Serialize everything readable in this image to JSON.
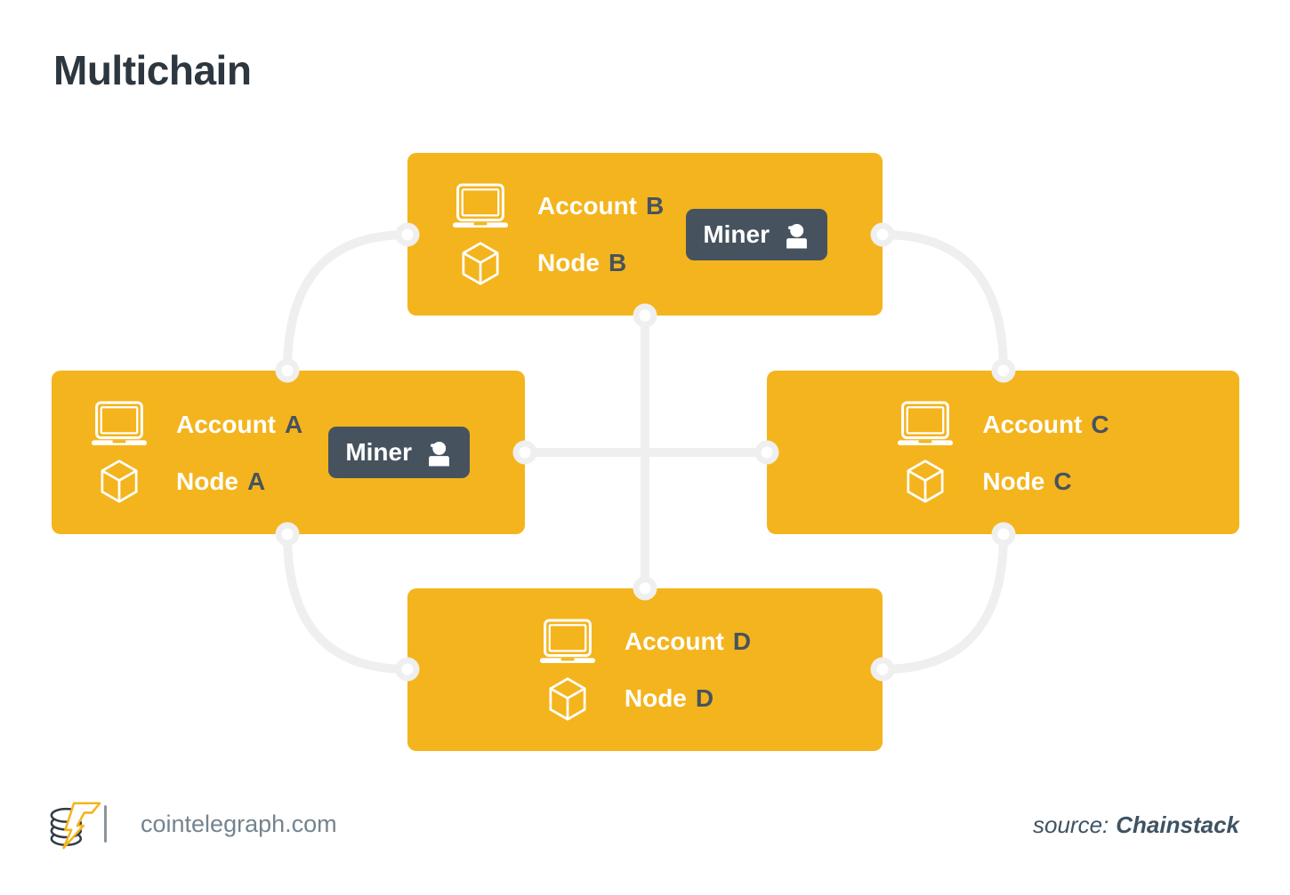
{
  "title": "Multichain",
  "colors": {
    "box_yellow": "#F4B41D",
    "badge_slate": "#46535F",
    "title_color": "#2C3740",
    "connector": "#EFEFEF",
    "site_text": "#74848F",
    "source_text": "#3E5363",
    "logo_dark": "#2F3B44",
    "divider": "#8B949B",
    "white": "#FFFFFF"
  },
  "nodes": {
    "a": {
      "account_word": "Account",
      "node_word": "Node",
      "letter": "A",
      "has_miner": true,
      "miner_label": "Miner"
    },
    "b": {
      "account_word": "Account",
      "node_word": "Node",
      "letter": "B",
      "has_miner": true,
      "miner_label": "Miner"
    },
    "c": {
      "account_word": "Account",
      "node_word": "Node",
      "letter": "C",
      "has_miner": false,
      "miner_label": ""
    },
    "d": {
      "account_word": "Account",
      "node_word": "Node",
      "letter": "D",
      "has_miner": false,
      "miner_label": ""
    }
  },
  "icons": {
    "laptop": "laptop-icon",
    "cube": "cube-icon",
    "miner": "miner-person-icon",
    "logo": "cointelegraph-logo"
  },
  "footer": {
    "site": "cointelegraph.com",
    "source_prefix": "source:",
    "source_name": "Chainstack"
  }
}
